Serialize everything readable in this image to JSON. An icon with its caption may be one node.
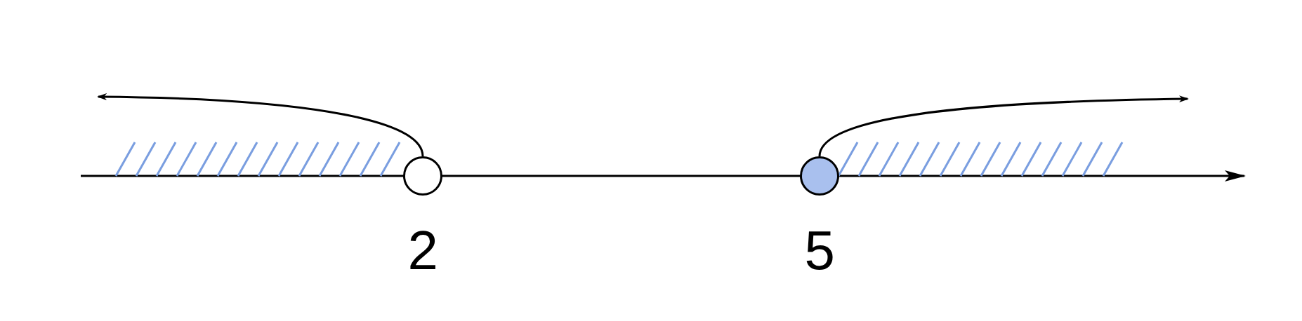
{
  "diagram": {
    "nodes": [
      {
        "text": [],
        "shape": "circle",
        "beside": [
          "2"
        ]
      },
      {
        "text": [],
        "shape": "circle",
        "beside": [
          "5"
        ]
      }
    ],
    "edges": [
      {
        "from": 0,
        "to": null,
        "arrow": "to"
      },
      {
        "from": 1,
        "to": null,
        "arrow": "to"
      }
    ]
  }
}
